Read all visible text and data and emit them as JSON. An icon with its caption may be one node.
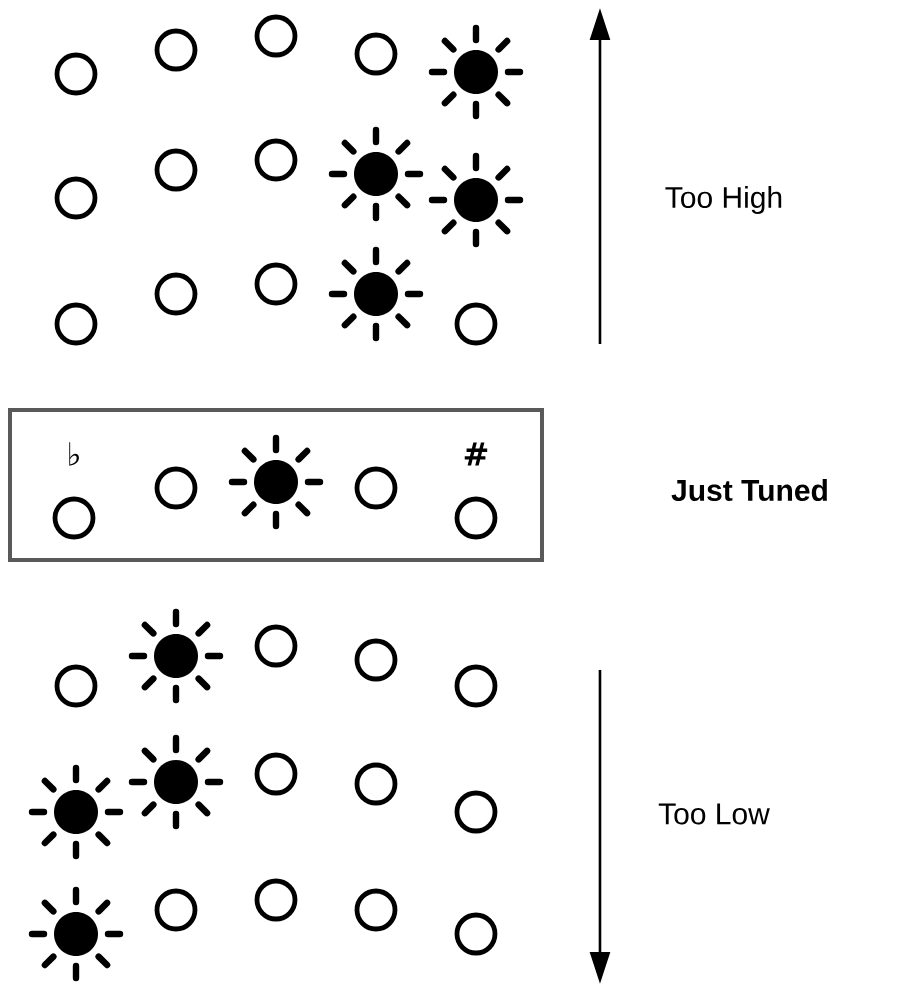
{
  "diagram": {
    "nodes": [
      {
        "text": [
          "♭",
          "#"
        ]
      }
    ],
    "labels": [
      "Too High",
      "Just Tuned",
      "Too Low"
    ]
  }
}
